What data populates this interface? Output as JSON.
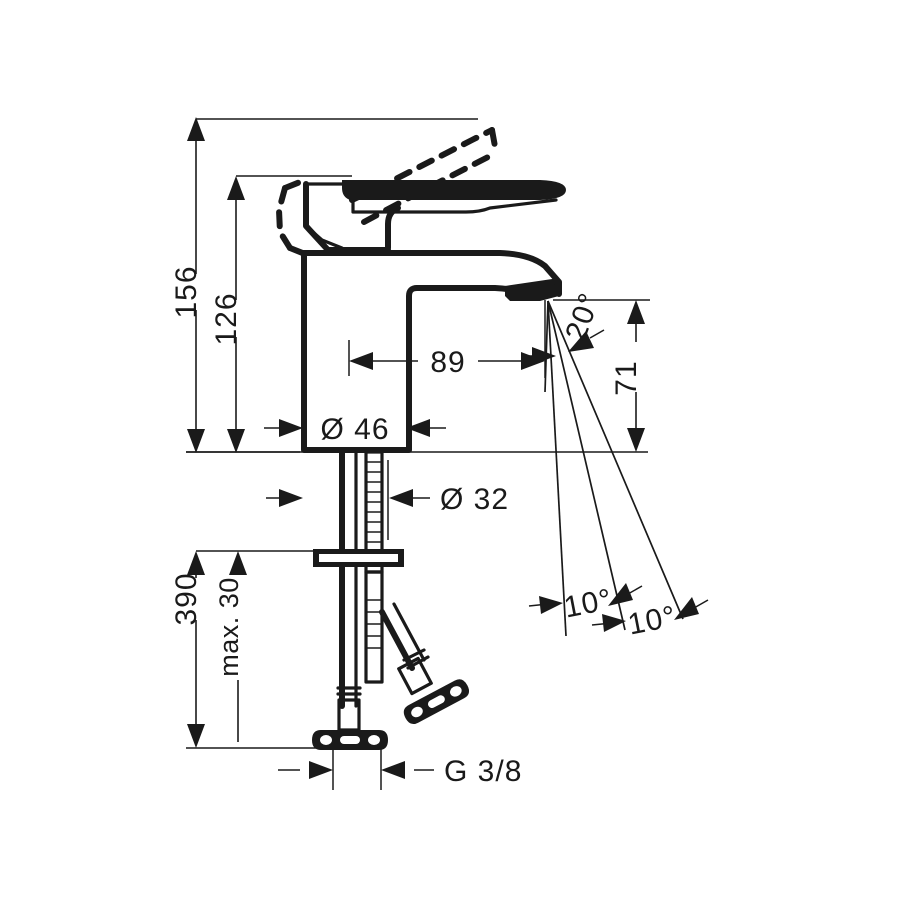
{
  "document": {
    "kind": "technical-dimension-drawing",
    "subject": "single-lever basin mixer tap",
    "background_color": "#ffffff",
    "line_color": "#1a1a1a"
  },
  "dimensions": {
    "total_height": {
      "label": "156",
      "orientation": "vertical",
      "position": "left-outer",
      "unit_implied": "mm"
    },
    "body_height": {
      "label": "126",
      "orientation": "vertical",
      "position": "left-inner",
      "unit_implied": "mm"
    },
    "spout_reach": {
      "label": "89",
      "orientation": "horizontal",
      "position": "center",
      "unit_implied": "mm"
    },
    "spout_height": {
      "label": "71",
      "orientation": "vertical",
      "position": "right",
      "unit_implied": "mm"
    },
    "base_diameter": {
      "label": "Ø 46",
      "orientation": "horizontal",
      "position": "body-base",
      "unit_implied": "mm"
    },
    "shank_diameter": {
      "label": "Ø 32",
      "orientation": "horizontal",
      "position": "below-deck",
      "unit_implied": "mm"
    },
    "hose_length": {
      "label": "390",
      "orientation": "vertical",
      "position": "left-outer-lower",
      "unit_implied": "mm"
    },
    "max_deck_thickness": {
      "label": "max. 30",
      "orientation": "vertical",
      "position": "left-inner-lower",
      "unit_implied": "mm"
    },
    "thread_size": {
      "label": "G 3/8",
      "orientation": "horizontal",
      "position": "bottom",
      "unit_implied": "inch-thread"
    }
  },
  "angles": [
    {
      "id": "angle-20",
      "label": "20°",
      "position": "upper-right",
      "rotation_deg": -70
    },
    {
      "id": "angle-10-a",
      "label": "10°",
      "position": "lower-left-of-fan",
      "rotation_deg": -12
    },
    {
      "id": "angle-10-b",
      "label": "10°",
      "position": "lower-right-of-fan",
      "rotation_deg": -12
    }
  ],
  "annotations": {
    "handle_open_position": "dashed lever outline shown raised",
    "handle_closed_position": "solid lever outline shown lowered",
    "swivel_fan": "four rays from spout outlet indicating spray/swivel angles"
  }
}
